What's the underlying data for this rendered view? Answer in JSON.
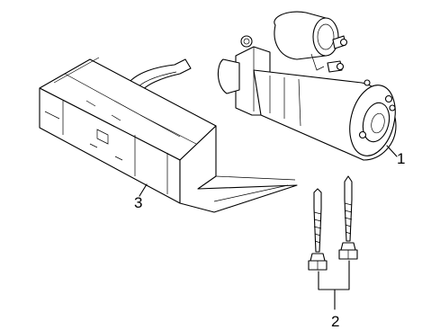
{
  "diagram": {
    "parts": [
      {
        "id": "starter-motor",
        "callout": "1"
      },
      {
        "id": "mounting-bolts",
        "callout": "2"
      },
      {
        "id": "heat-shield",
        "callout": "3"
      }
    ]
  }
}
